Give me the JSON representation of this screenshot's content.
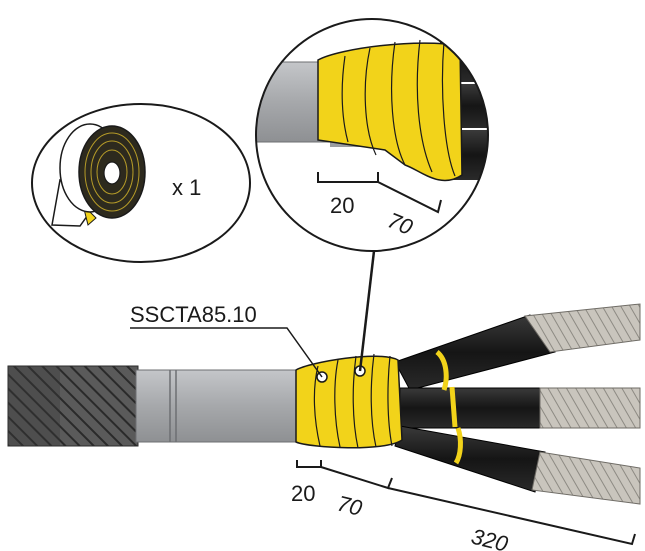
{
  "tape_quantity": "x 1",
  "part_number": "SSCTA85.10",
  "detail_dims": {
    "d1": "20",
    "d2": "70"
  },
  "main_dims": {
    "d1": "20",
    "d2": "70",
    "d3": "320"
  },
  "colors": {
    "tape_yellow": "#f2d31a",
    "cable_grey": "#a9abae",
    "core_black": "#1e1e1e",
    "armour_dark": "#4a4a4a"
  },
  "icons": [
    "tape-roll-icon",
    "cable-icon"
  ]
}
